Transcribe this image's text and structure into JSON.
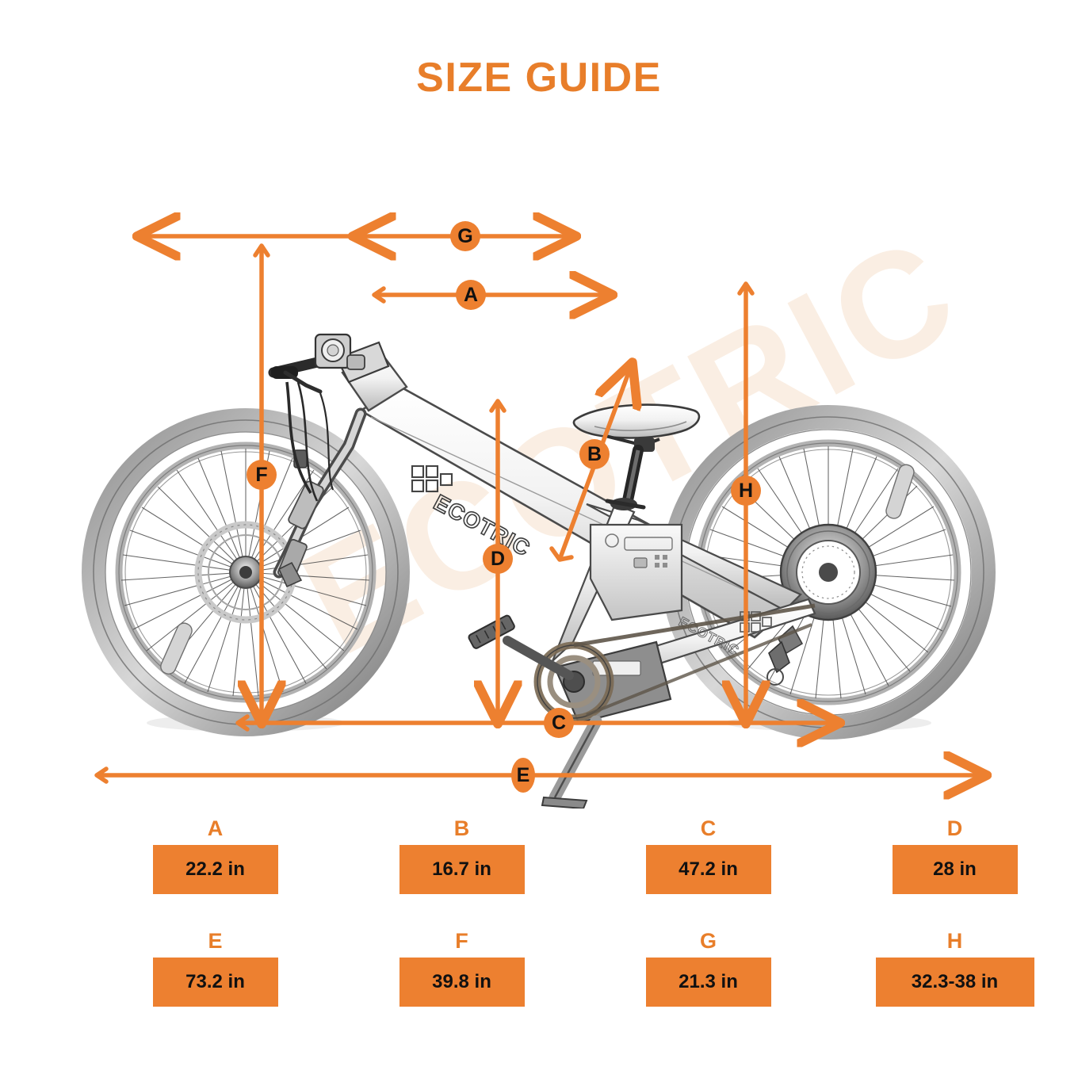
{
  "page": {
    "title": "SIZE GUIDE",
    "brand_watermark": "ECOTRIC",
    "frame_decal": "ECOTRIC"
  },
  "colors": {
    "accent_orange": "#E87E2A",
    "box_orange": "#ED8030",
    "badge_fill": "#ED8030",
    "badge_text": "#111111",
    "background": "#FFFFFF",
    "watermark": "#F7E0CA"
  },
  "diagram": {
    "subject": "electric mountain bicycle side view",
    "markers": [
      {
        "id": "A",
        "label": "A",
        "kind": "horizontal-double-arrow",
        "describes": "handlebar stem to saddle nose (reach)"
      },
      {
        "id": "B",
        "label": "B",
        "kind": "diagonal-double-arrow",
        "describes": "bottom bracket to seat clamp (seat tube)"
      },
      {
        "id": "C",
        "label": "C",
        "kind": "horizontal-double-arrow",
        "describes": "front axle to rear axle (wheelbase)"
      },
      {
        "id": "D",
        "label": "D",
        "kind": "vertical-double-arrow",
        "describes": "ground to top tube (standover)"
      },
      {
        "id": "E",
        "label": "E",
        "kind": "horizontal-double-arrow",
        "describes": "overall length"
      },
      {
        "id": "F",
        "label": "F",
        "kind": "vertical-double-arrow",
        "describes": "ground to handlebar height"
      },
      {
        "id": "G",
        "label": "G",
        "kind": "horizontal-double-arrow",
        "describes": "handlebar width"
      },
      {
        "id": "H",
        "label": "H",
        "kind": "vertical-double-arrow",
        "describes": "ground to saddle height range"
      }
    ]
  },
  "legend": {
    "rows": [
      [
        {
          "letter": "A",
          "value": "22.2 in",
          "width": "std"
        },
        {
          "letter": "B",
          "value": "16.7 in",
          "width": "std"
        },
        {
          "letter": "C",
          "value": "47.2 in",
          "width": "std"
        },
        {
          "letter": "D",
          "value": "28 in",
          "width": "std"
        }
      ],
      [
        {
          "letter": "E",
          "value": "73.2 in",
          "width": "std"
        },
        {
          "letter": "F",
          "value": "39.8 in",
          "width": "std"
        },
        {
          "letter": "G",
          "value": "21.3 in",
          "width": "std"
        },
        {
          "letter": "H",
          "value": "32.3-38 in",
          "width": "wide"
        }
      ]
    ]
  }
}
